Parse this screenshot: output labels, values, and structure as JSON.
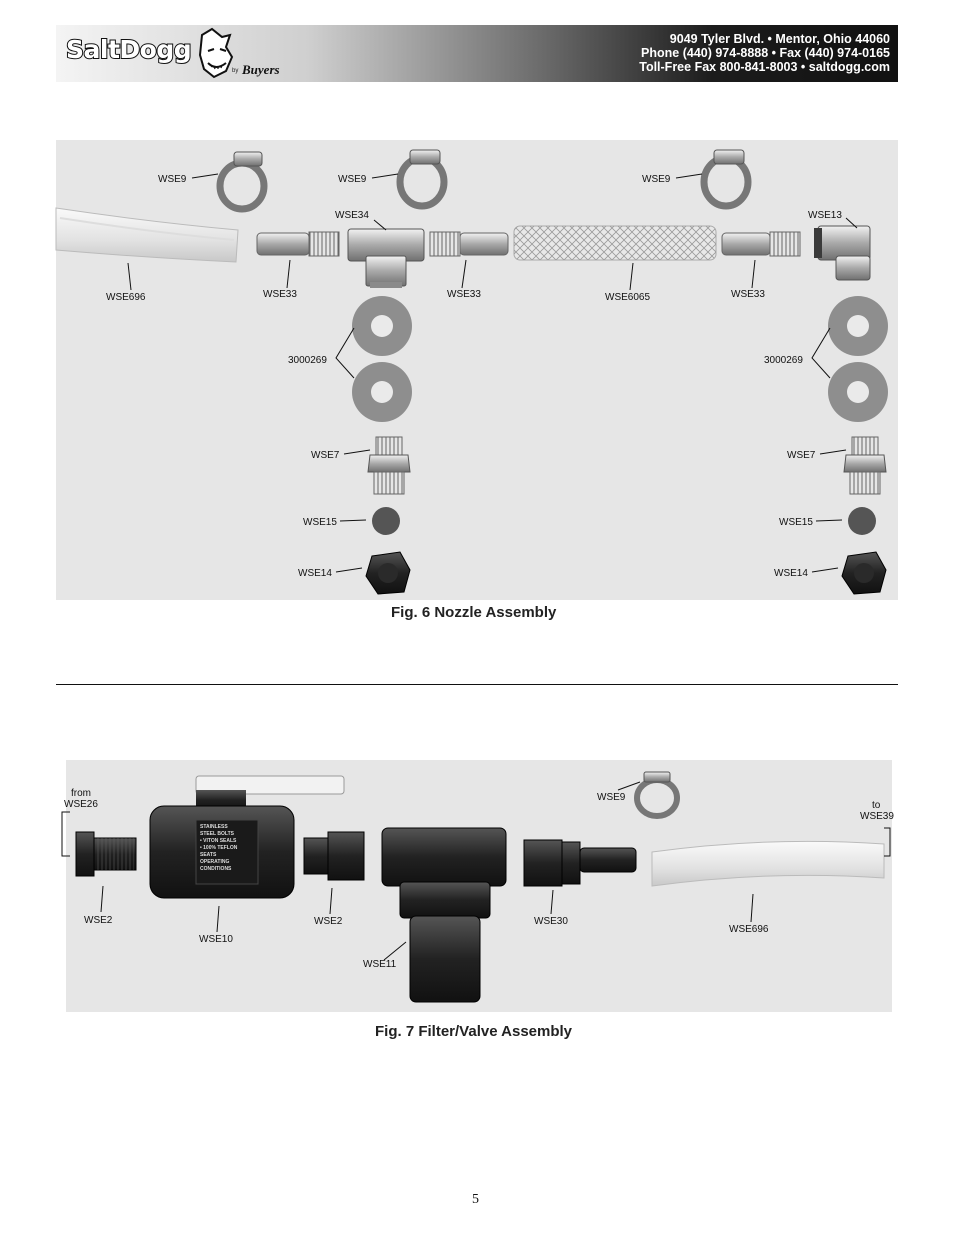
{
  "header": {
    "brand": "SaltDogg",
    "brand_by": "by",
    "brand_maker": "Buyers",
    "address_line1": "9049 Tyler Blvd. • Mentor, Ohio 44060",
    "address_line2": "Phone (440) 974-8888 • Fax (440) 974-0165",
    "address_line3": "Toll-Free Fax 800-841-8003 • saltdogg.com"
  },
  "fig6": {
    "caption": "Fig. 6  Nozzle Assembly",
    "labels": {
      "wse9_a": "WSE9",
      "wse9_b": "WSE9",
      "wse9_c": "WSE9",
      "wse34": "WSE34",
      "wse13": "WSE13",
      "wse696": "WSE696",
      "wse33_a": "WSE33",
      "wse33_b": "WSE33",
      "wse6065": "WSE6065",
      "wse33_c": "WSE33",
      "p3000269_a": "3000269",
      "p3000269_b": "3000269",
      "wse7_a": "WSE7",
      "wse7_b": "WSE7",
      "wse15_a": "WSE15",
      "wse15_b": "WSE15",
      "wse14_a": "WSE14",
      "wse14_b": "WSE14"
    }
  },
  "fig7": {
    "caption": "Fig. 7  Filter/Valve Assembly",
    "labels": {
      "from_line1": "from",
      "from_line2": "WSE26",
      "to_line1": "to",
      "to_line2": "WSE39",
      "wse9": "WSE9",
      "wse2_a": "WSE2",
      "wse10": "WSE10",
      "wse2_b": "WSE2",
      "wse30": "WSE30",
      "wse696": "WSE696",
      "wse11": "WSE11"
    },
    "valve_text": [
      "STAINLESS",
      "STEEL BOLTS",
      "• VITON SEALS",
      "• 100% TEFLON",
      "SEATS",
      "OPERATING CONDITIONS"
    ]
  },
  "page_number": "5"
}
